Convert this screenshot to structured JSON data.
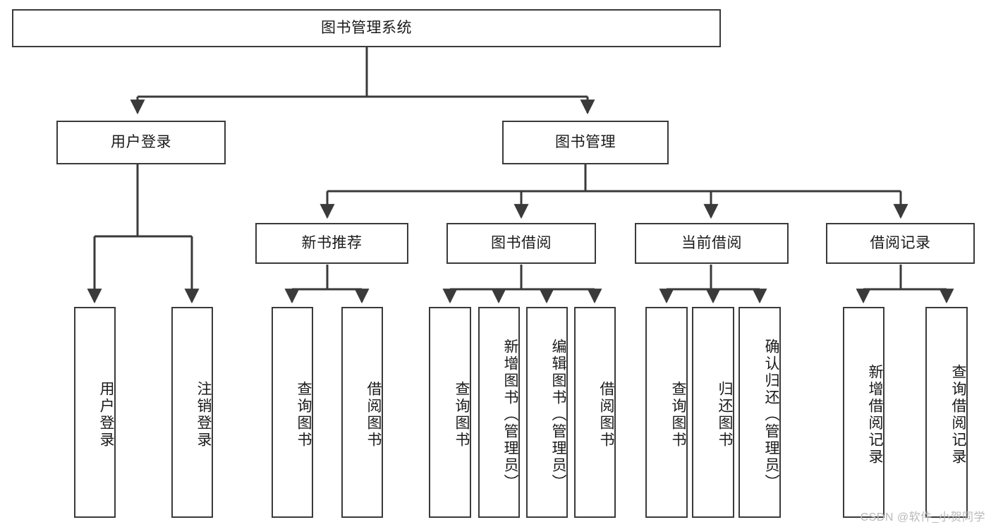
{
  "diagram": {
    "type": "tree-hierarchy",
    "title": "图书管理系统",
    "watermark": "CSDN @软件_小贺同学",
    "colors": {
      "box_border": "#3a3a3a",
      "box_fill": "#ffffff",
      "connector": "#3a3a3a",
      "text": "#1a1a1a",
      "watermark": "#b9b9b9",
      "background": "#ffffff"
    },
    "nodes": {
      "root": {
        "label": "图书管理系统",
        "level": 0,
        "orientation": "horizontal"
      },
      "user_login": {
        "label": "用户登录",
        "level": 1,
        "orientation": "horizontal"
      },
      "book_manage": {
        "label": "图书管理",
        "level": 1,
        "orientation": "horizontal"
      },
      "new_book_rec": {
        "label": "新书推荐",
        "level": 2,
        "orientation": "horizontal"
      },
      "book_borrow": {
        "label": "图书借阅",
        "level": 2,
        "orientation": "horizontal"
      },
      "current_borrow": {
        "label": "当前借阅",
        "level": 2,
        "orientation": "horizontal"
      },
      "borrow_record": {
        "label": "借阅记录",
        "level": 2,
        "orientation": "horizontal"
      },
      "leaf_user_login": {
        "label": "用户登录",
        "level": 3,
        "orientation": "vertical"
      },
      "leaf_logout": {
        "label": "注销登录",
        "level": 3,
        "orientation": "vertical"
      },
      "leaf_query_book_1": {
        "label": "查询图书",
        "level": 3,
        "orientation": "vertical"
      },
      "leaf_borrow_book_1": {
        "label": "借阅图书",
        "level": 3,
        "orientation": "vertical"
      },
      "leaf_query_book_2": {
        "label": "查询图书",
        "level": 3,
        "orientation": "vertical"
      },
      "leaf_add_book": {
        "label": "新增图书（管理员）",
        "level": 3,
        "orientation": "vertical"
      },
      "leaf_edit_book": {
        "label": "编辑图书（管理员）",
        "level": 3,
        "orientation": "vertical"
      },
      "leaf_borrow_book_2": {
        "label": "借阅图书",
        "level": 3,
        "orientation": "vertical"
      },
      "leaf_query_book_3": {
        "label": "查询图书",
        "level": 3,
        "orientation": "vertical"
      },
      "leaf_return_book": {
        "label": "归还图书",
        "level": 3,
        "orientation": "vertical"
      },
      "leaf_confirm_return": {
        "label": "确认归还（管理员）",
        "level": 3,
        "orientation": "vertical"
      },
      "leaf_add_record": {
        "label": "新增借阅记录",
        "level": 3,
        "orientation": "vertical"
      },
      "leaf_query_record": {
        "label": "查询借阅记录",
        "level": 3,
        "orientation": "vertical"
      }
    },
    "edges": [
      {
        "from": "root",
        "to": "user_login"
      },
      {
        "from": "root",
        "to": "book_manage"
      },
      {
        "from": "book_manage",
        "to": "new_book_rec"
      },
      {
        "from": "book_manage",
        "to": "book_borrow"
      },
      {
        "from": "book_manage",
        "to": "current_borrow"
      },
      {
        "from": "book_manage",
        "to": "borrow_record"
      },
      {
        "from": "user_login",
        "to": "leaf_user_login"
      },
      {
        "from": "user_login",
        "to": "leaf_logout"
      },
      {
        "from": "new_book_rec",
        "to": "leaf_query_book_1"
      },
      {
        "from": "new_book_rec",
        "to": "leaf_borrow_book_1"
      },
      {
        "from": "book_borrow",
        "to": "leaf_query_book_2"
      },
      {
        "from": "book_borrow",
        "to": "leaf_add_book"
      },
      {
        "from": "book_borrow",
        "to": "leaf_edit_book"
      },
      {
        "from": "book_borrow",
        "to": "leaf_borrow_book_2"
      },
      {
        "from": "current_borrow",
        "to": "leaf_query_book_3"
      },
      {
        "from": "current_borrow",
        "to": "leaf_return_book"
      },
      {
        "from": "current_borrow",
        "to": "leaf_confirm_return"
      },
      {
        "from": "borrow_record",
        "to": "leaf_add_record"
      },
      {
        "from": "borrow_record",
        "to": "leaf_query_record"
      }
    ]
  }
}
